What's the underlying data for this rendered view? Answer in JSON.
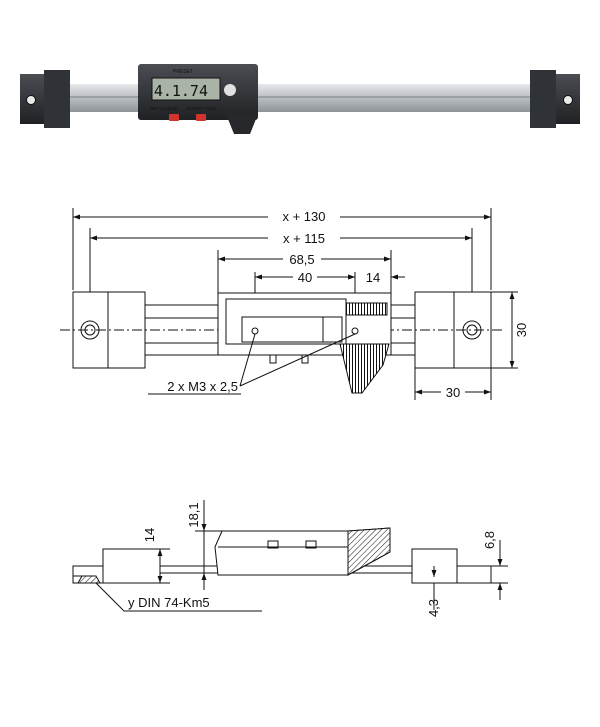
{
  "photo": {
    "display_reading": "4.1.74",
    "label_top": "PRESET",
    "label_left": "REF  mm/inch",
    "label_right": "ON/OFF  HOLD"
  },
  "front_view": {
    "dim_total": "x + 130",
    "dim_holes": "x + 115",
    "dim_slider": "68,5",
    "dim_threads": "40",
    "dim_offset": "14",
    "dim_height": "30",
    "dim_block": "30",
    "note_threads": "2 x M3 x 2,5"
  },
  "side_view": {
    "dim_top": "18,1",
    "dim_left": "14",
    "dim_right_top": "6,8",
    "dim_right_bottom": "4,3",
    "note_din": "y DIN 74-Km5"
  },
  "colors": {
    "body": "#2b2d30",
    "rail": "#c9ccd0",
    "lcd": "#a9b3a6",
    "button": "#d0342c",
    "line": "#111111"
  }
}
